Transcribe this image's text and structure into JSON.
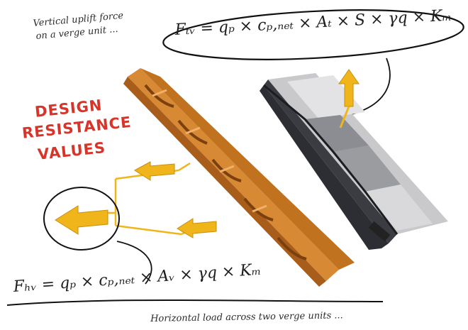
{
  "notes": {
    "top_line1": "Vertical uplift force",
    "top_line2": "on a verge unit ...",
    "bottom": "Horizontal load across two verge units ..."
  },
  "title": {
    "line1": "DESIGN",
    "line2": "RESISTANCE",
    "line3": "VALUES"
  },
  "formula_top": "Fₜᵥ = qₚ × cₚ,ₙₑₜ × Aₜ × S × γq × Kₘ",
  "formula_bottom": "Fₕᵥ = qₚ × cₚ,ₙₑₜ × Aᵥ × γq × Kₘ",
  "colors": {
    "orange_unit": "#c9772a",
    "dark_unit": "#3c3e45",
    "arrow": "#f1b51c",
    "title_red": "#d8352a"
  }
}
